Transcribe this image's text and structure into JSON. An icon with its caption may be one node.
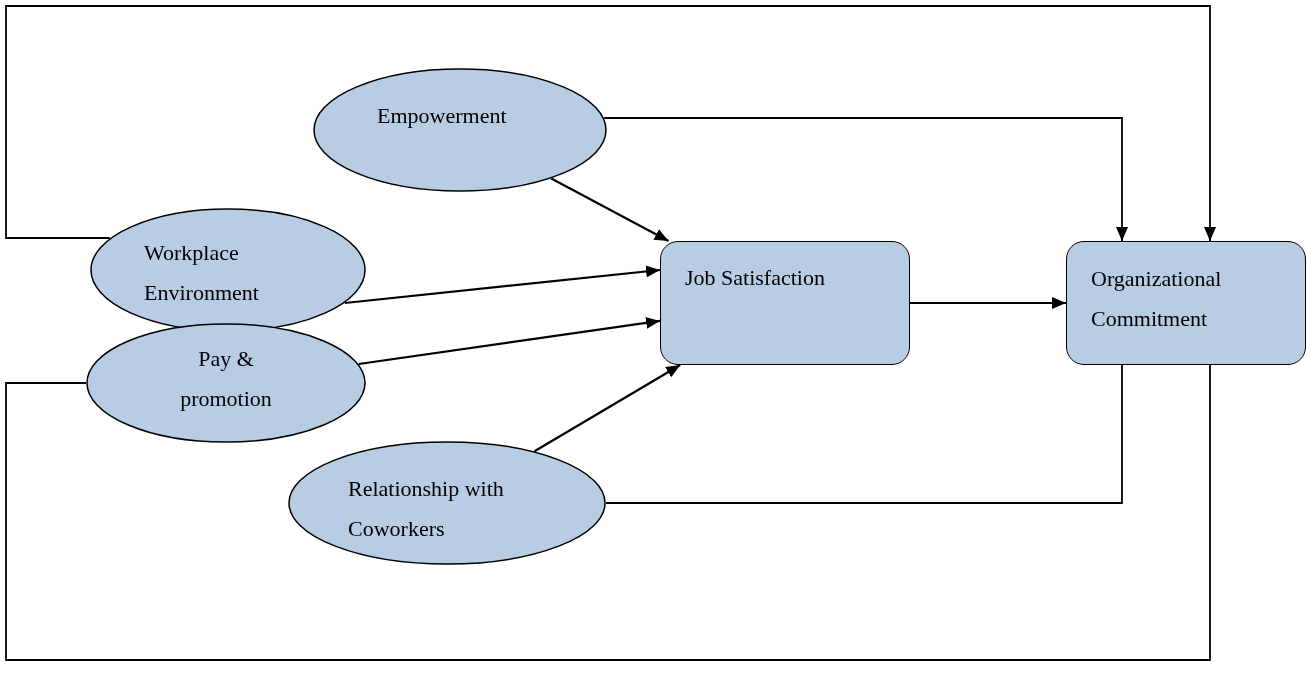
{
  "diagram": {
    "nodes": [
      {
        "text": [
          "Empowerment"
        ]
      },
      {
        "text": [
          "Workplace Environment"
        ]
      },
      {
        "text": [
          "Pay & promotion"
        ]
      },
      {
        "text": [
          "Relationship with Coworkers"
        ]
      },
      {
        "text": [
          "Job Satisfaction"
        ]
      },
      {
        "text": [
          "Organizational Commitment"
        ]
      }
    ],
    "edges": [
      {
        "from": 0,
        "to": 4,
        "arrow": "to"
      },
      {
        "from": 1,
        "to": 4,
        "arrow": "to"
      },
      {
        "from": 2,
        "to": 4,
        "arrow": "to"
      },
      {
        "from": 3,
        "to": 4,
        "arrow": "to"
      },
      {
        "from": 4,
        "to": 5,
        "arrow": "to"
      },
      {
        "from": 0,
        "to": 5,
        "arrow": "to"
      },
      {
        "from": 3,
        "to": 5,
        "arrow": "none"
      },
      {
        "from": 1,
        "to": 5,
        "arrow": "to"
      },
      {
        "from": 2,
        "to": 5,
        "arrow": "none"
      }
    ]
  }
}
